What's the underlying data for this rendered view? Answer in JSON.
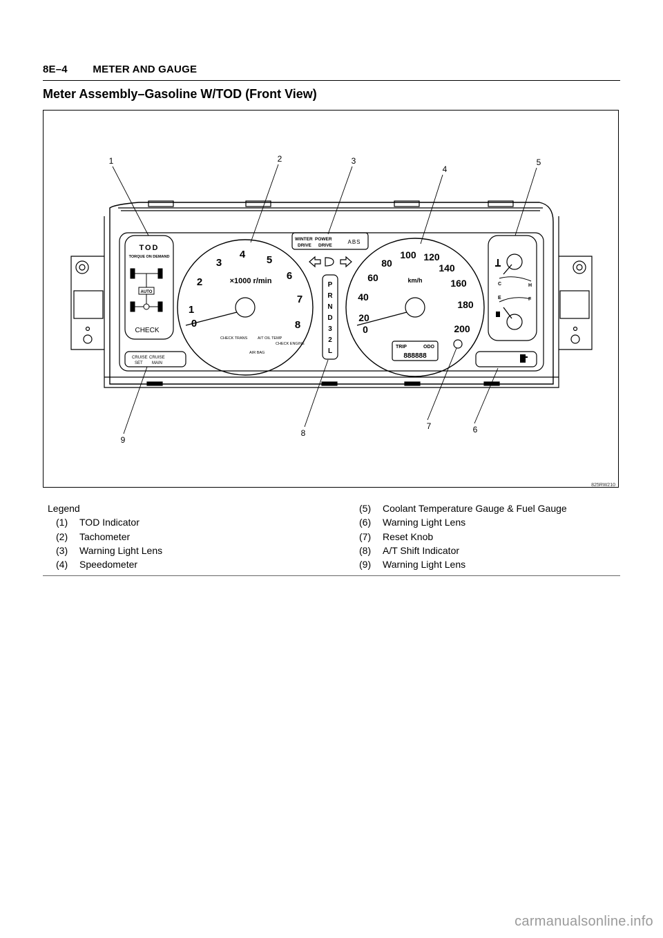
{
  "header": {
    "section": "8E–4",
    "title": "METER AND GAUGE"
  },
  "section_title": "Meter Assembly–Gasoline W/TOD (Front View)",
  "figure": {
    "code": "825RW210",
    "callouts": [
      "1",
      "2",
      "3",
      "4",
      "5",
      "6",
      "7",
      "8",
      "9"
    ],
    "tod_panel": {
      "title": "TOD",
      "subtitle": "TORQUE ON DEMAND",
      "auto": "AUTO",
      "check": "CHECK"
    },
    "tachometer": {
      "unit": "×1000 r/min",
      "scale": [
        "0",
        "1",
        "2",
        "3",
        "4",
        "5",
        "6",
        "7",
        "8"
      ],
      "lamps": [
        "CHECK TRANS",
        "A/T OIL TEMP",
        "CHECK ENGINE",
        "AIR BAG"
      ]
    },
    "warning_lens_top": {
      "winter": "WINTER",
      "power": "POWER",
      "drive1": "DRIVE",
      "drive2": "DRIVE",
      "abs": "ABS"
    },
    "shift_indicator": [
      "P",
      "R",
      "N",
      "D",
      "3",
      "2",
      "L"
    ],
    "speedometer": {
      "unit": "km/h",
      "scale": [
        "0",
        "20",
        "40",
        "60",
        "80",
        "100",
        "120",
        "140",
        "160",
        "180",
        "200"
      ],
      "trip": "TRIP",
      "odo": "ODO",
      "digits": "888888"
    },
    "small_gauges": {
      "temp_c": "C",
      "temp_h": "H",
      "fuel_e": "E",
      "fuel_f": "F"
    },
    "cruise": {
      "cruise1": "CRUISE",
      "set": "SET",
      "cruise2": "CRUISE",
      "main": "MAIN"
    }
  },
  "legend": {
    "heading": "Legend",
    "left": [
      {
        "num": "(1)",
        "label": "TOD Indicator"
      },
      {
        "num": "(2)",
        "label": "Tachometer"
      },
      {
        "num": "(3)",
        "label": "Warning Light Lens"
      },
      {
        "num": "(4)",
        "label": "Speedometer"
      }
    ],
    "right": [
      {
        "num": "(5)",
        "label": "Coolant Temperature Gauge & Fuel Gauge"
      },
      {
        "num": "(6)",
        "label": "Warning Light Lens"
      },
      {
        "num": "(7)",
        "label": "Reset Knob"
      },
      {
        "num": "(8)",
        "label": "A/T Shift Indicator"
      },
      {
        "num": "(9)",
        "label": "Warning Light Lens"
      }
    ]
  },
  "watermark": "carmanualsonline.info"
}
